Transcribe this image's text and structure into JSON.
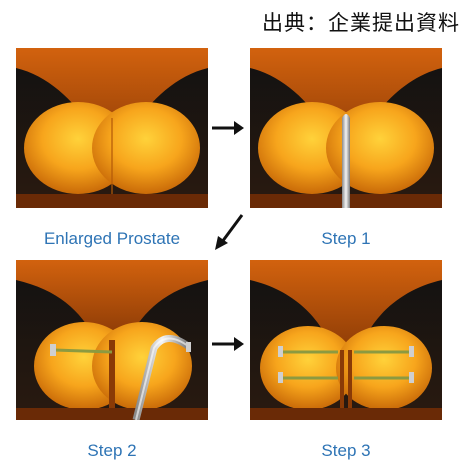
{
  "source_note": "出典：企業提出資料",
  "colors": {
    "caption": "#2e74b5",
    "prostate": "#f7a51c",
    "urethra": "#c2520a",
    "implant_wire": "#8c9a40"
  },
  "panels": [
    {
      "caption": "Enlarged Prostate",
      "stage": "enlarged"
    },
    {
      "caption": "Step 1",
      "stage": "needle-insert"
    },
    {
      "caption": "Step 2",
      "stage": "first-implant"
    },
    {
      "caption": "Step 3",
      "stage": "complete"
    }
  ]
}
